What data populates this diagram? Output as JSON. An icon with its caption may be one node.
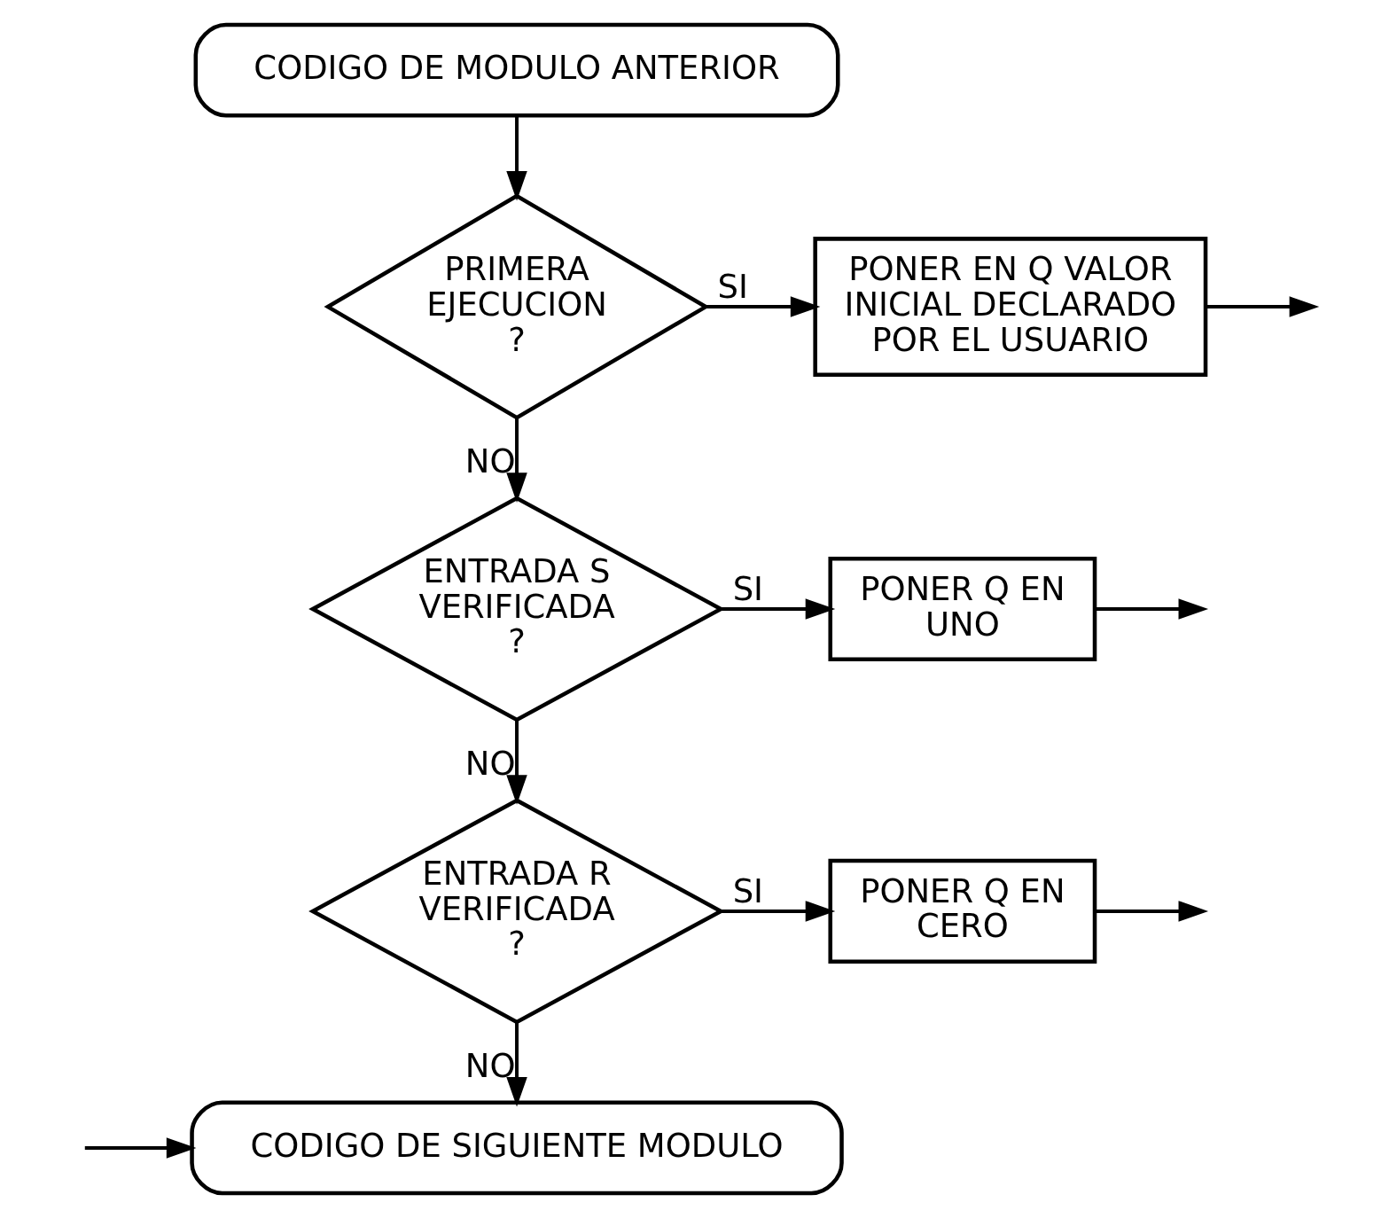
{
  "diagram": {
    "nodes": [
      {
        "text": [
          "CODIGO DE MODULO ANTERIOR"
        ]
      },
      {
        "text": [
          "PRIMERA EJECUCION ?"
        ]
      },
      {
        "text": [
          "PONER EN Q VALOR INICIAL DECLARADO POR EL USUARIO"
        ]
      },
      {
        "text": [
          "ENTRADA S VERIFICADA ?"
        ]
      },
      {
        "text": [
          "PONER Q EN UNO"
        ]
      },
      {
        "text": [
          "ENTRADA R VERIFICADA ?"
        ]
      },
      {
        "text": [
          "PONER Q EN CERO"
        ]
      },
      {
        "text": [
          "CODIGO DE SIGUIENTE MODULO"
        ]
      }
    ],
    "edges": [
      {
        "from": 0,
        "to": 1,
        "arrow": "to"
      },
      {
        "from": 1,
        "to": 2,
        "arrow": "to",
        "label": "SI"
      },
      {
        "from": 1,
        "to": 3,
        "arrow": "to",
        "label": "NO"
      },
      {
        "from": 2,
        "to": null,
        "arrow": "to"
      },
      {
        "from": 3,
        "to": 4,
        "arrow": "to",
        "label": "SI"
      },
      {
        "from": 3,
        "to": 5,
        "arrow": "to",
        "label": "NO"
      },
      {
        "from": 4,
        "to": null,
        "arrow": "to"
      },
      {
        "from": 5,
        "to": 6,
        "arrow": "to",
        "label": "SI"
      },
      {
        "from": 5,
        "to": 7,
        "arrow": "to",
        "label": "NO"
      },
      {
        "from": 6,
        "to": null,
        "arrow": "to"
      },
      {
        "from": null,
        "to": 7,
        "arrow": "to"
      }
    ]
  }
}
